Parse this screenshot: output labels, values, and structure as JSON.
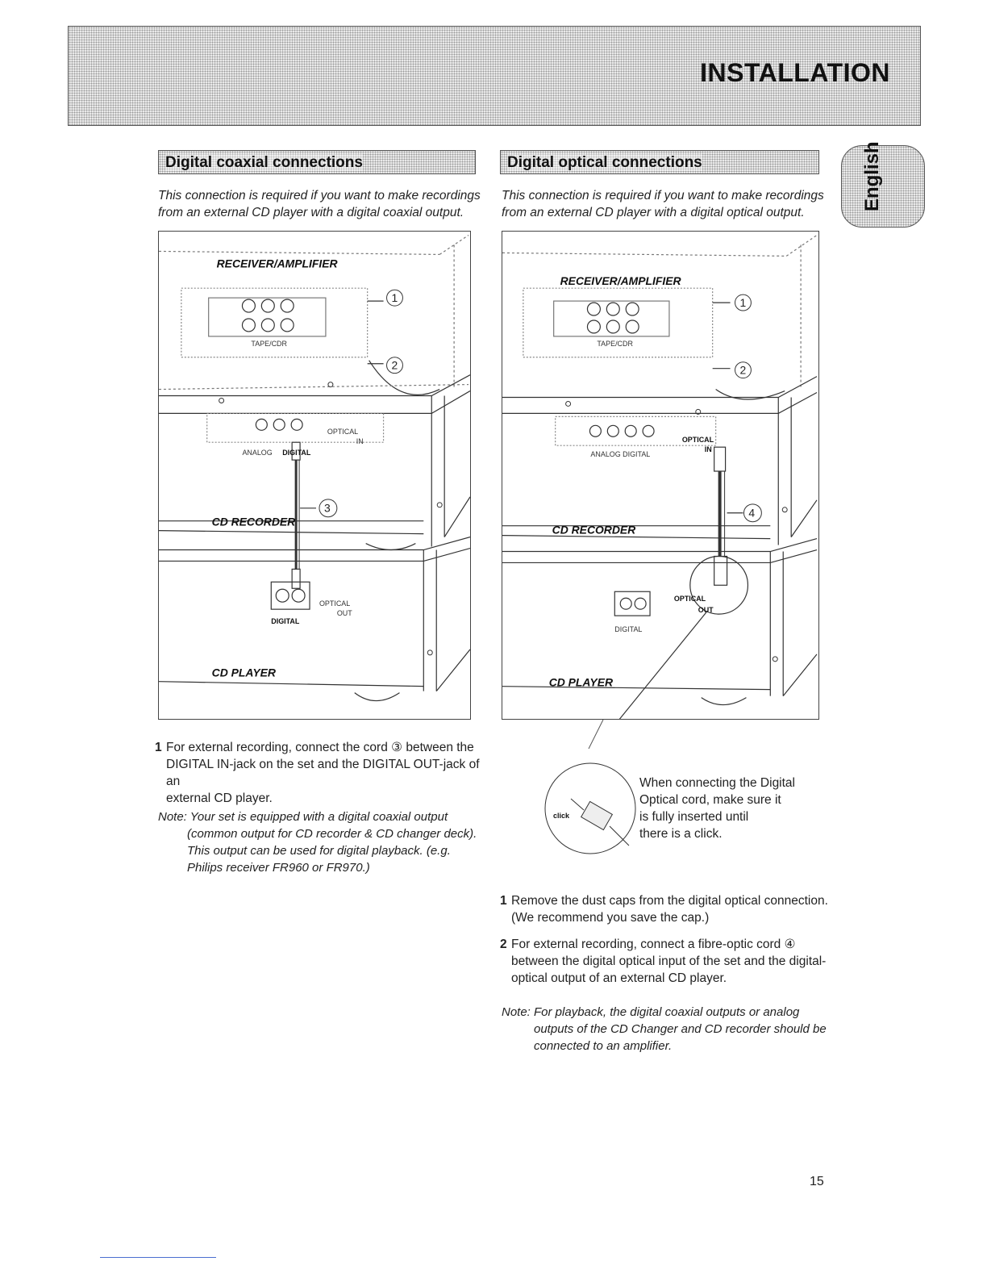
{
  "header": {
    "title": "INSTALLATION"
  },
  "language_tab": {
    "label": "English"
  },
  "coaxial": {
    "heading": "Digital coaxial connections",
    "intro_line1": "This connection is required if you want to make recordings",
    "intro_line2": "from an external CD player with a digital coaxial output.",
    "diagram": {
      "receiver": "RECEIVER/AMPLIFIER",
      "tape_cdr": "TAPE/CDR",
      "analog": "ANALOG",
      "digital_in": "DIGITAL",
      "optical": "OPTICAL",
      "in": "IN",
      "recorder": "CD RECORDER",
      "digital_out": "DIGITAL",
      "optical_out": "OPTICAL",
      "out": "OUT",
      "player": "CD PLAYER",
      "callout_1": "1",
      "callout_2": "2",
      "callout_3": "3"
    },
    "step1": {
      "number": "1",
      "line1": "For external recording, connect the cord ③ between the",
      "line2": "DIGITAL IN-jack on the set and the DIGITAL OUT-jack of an",
      "line3": "external CD player."
    },
    "note": {
      "line1": "Note: Your set is equipped with a digital coaxial output",
      "line2": "(common output for CD recorder & CD changer deck).",
      "line3": "This output can be used for digital playback. (e.g.",
      "line4": "Philips receiver FR960 or FR970.)"
    }
  },
  "optical": {
    "heading": "Digital optical connections",
    "intro_line1": "This connection is required if you want to make recordings",
    "intro_line2": "from an external CD player with a digital optical output.",
    "diagram": {
      "receiver": "RECEIVER/AMPLIFIER",
      "tape_cdr": "TAPE/CDR",
      "analog_digital": "ANALOG DIGITAL",
      "optical": "OPTICAL",
      "in": "IN",
      "recorder": "CD RECORDER",
      "digital_out": "DIGITAL",
      "optical_out": "OPTICAL",
      "out": "OUT",
      "player": "CD PLAYER",
      "callout_1": "1",
      "callout_2": "2",
      "callout_4": "4",
      "click": "click"
    },
    "callout": {
      "line1": "When connecting the Digital",
      "line2": "Optical cord, make sure it",
      "line3": "is fully inserted until",
      "line4": "there is a click."
    },
    "step1": {
      "number": "1",
      "line1": "Remove the dust caps from the digital optical connection.",
      "line2": "(We recommend you save the cap.)"
    },
    "step2": {
      "number": "2",
      "line1": "For external recording, connect a fibre-optic cord ④",
      "line2": "between the digital optical input of the set and the digital-",
      "line3": "optical output of an external CD player."
    },
    "note": {
      "line1": "Note: For playback, the digital coaxial outputs or analog",
      "line2": "outputs of the CD Changer and CD recorder should be",
      "line3": "connected to an amplifier."
    }
  },
  "page_number": "15"
}
